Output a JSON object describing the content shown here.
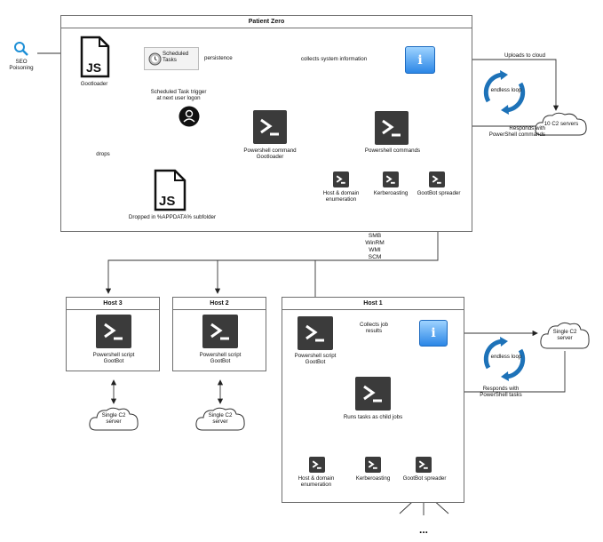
{
  "patient_zero": {
    "title": "Patient Zero",
    "seo_label": "SEO\nPoisoning",
    "gootloader_label": "Gootloader",
    "js_text": "JS",
    "scheduled_tasks_label": "Scheduled\nTasks",
    "persistence_label": "persistence",
    "trigger_label": "Scheduled Task trigger\nat next user logon",
    "drops_label": "drops",
    "dropped_label": "Dropped in %APPDATA% subfolder",
    "ps_command_label": "Powershell command\nGootloader",
    "collects_label": "collects system information",
    "ps_commands_label": "Powershell commands",
    "host_enum_label": "Host & domain\nenumeration",
    "kerberoasting_label": "Kerberoasting",
    "spreader_label": "GootBot spreader",
    "uploads_label": "Uploads to cloud",
    "endless_loop_label": "endless loop",
    "c2_servers_label": "10 C2 servers",
    "responds_label": "Responds with\nPowerShell commands"
  },
  "lateral_label": "SMB\nWinRM\nWMI\nSCM",
  "host3": {
    "title": "Host 3",
    "script_label": "Powershell script\nGootBot",
    "c2_label": "Single C2\nserver"
  },
  "host2": {
    "title": "Host 2",
    "script_label": "Powershell script\nGootBot",
    "c2_label": "Single C2\nserver"
  },
  "host1": {
    "title": "Host 1",
    "script_label": "Powershell script\nGootBot",
    "collects_label": "Collects job\nresults",
    "endless_loop_label": "endless loop",
    "c2_label": "Single C2\nserver",
    "responds_label": "Responds with\nPowerShell tasks",
    "child_jobs_label": "Runs tasks as child jobs",
    "host_enum_label": "Host & domain\nenumeration",
    "kerberoasting_label": "Kerberoasting",
    "spreader_label": "GootBot spreader"
  },
  "ellipsis": "..."
}
